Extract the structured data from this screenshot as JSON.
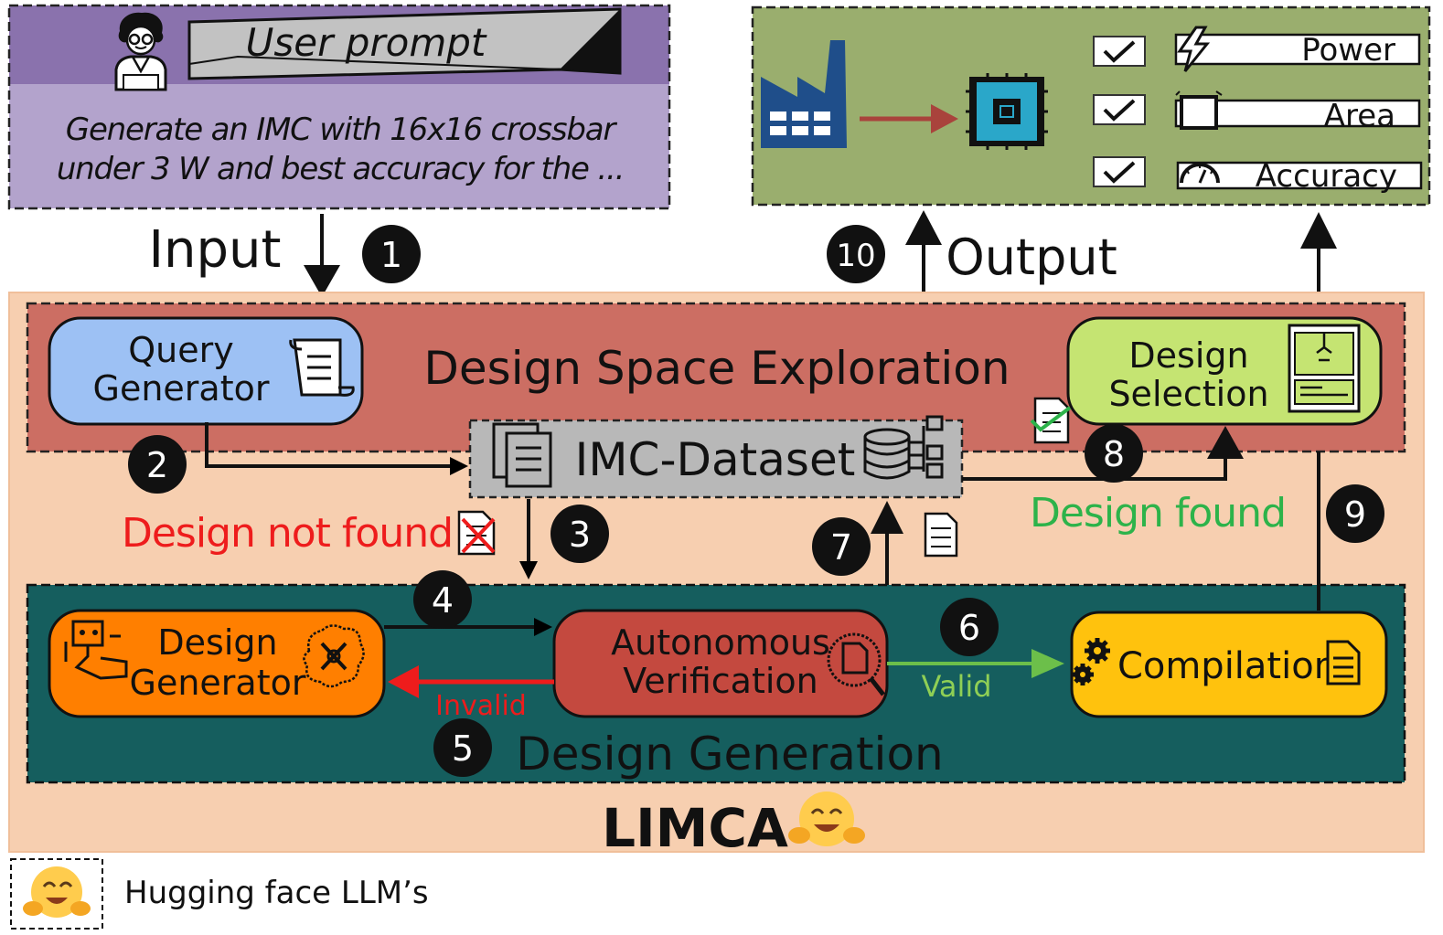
{
  "prompt": {
    "label": "User prompt",
    "text_line1": "Generate an IMC  with 16x16 crossbar",
    "text_line2": "under 3 W and best accuracy for the ..."
  },
  "flow": {
    "input": "Input",
    "output": "Output",
    "design_not_found": "Design not found",
    "design_found": "Design found",
    "invalid": "Invalid",
    "valid": "Valid"
  },
  "steps": [
    "1",
    "2",
    "3",
    "4",
    "5",
    "6",
    "7",
    "8",
    "9",
    "10"
  ],
  "output_metrics": [
    {
      "name": "Power",
      "checked": true,
      "icon": "lightning-icon"
    },
    {
      "name": "Area",
      "checked": true,
      "icon": "square-icon"
    },
    {
      "name": "Accuracy",
      "checked": true,
      "icon": "gauge-icon"
    }
  ],
  "dse": {
    "title": "Design Space Exploration",
    "query_generator": [
      "Query",
      "Generator"
    ],
    "design_selection": [
      "Design",
      "Selection"
    ]
  },
  "dataset": {
    "label": "IMC-Dataset"
  },
  "generation": {
    "title": "Design Generation",
    "design_generator": [
      "Design",
      "Generator"
    ],
    "verification": [
      "Autonomous",
      "Verification"
    ],
    "compilation": "Compilation"
  },
  "framework": {
    "name": "LIMCA"
  },
  "legend": {
    "text": "Hugging face LLM’s"
  },
  "colors": {
    "prompt_header": "#8a72ad",
    "prompt_body": "#b3a3cc",
    "output_box": "#9aae6e",
    "limca_bg": "#f7cfb0",
    "dse_bg": "#cc6e63",
    "gen_bg": "#155e5e",
    "query": "#9dc1f4",
    "selection": "#c5e472",
    "dataset": "#b8b8b8",
    "generator": "#ff7f00",
    "verification": "#c4493f",
    "compilation": "#ffc20d",
    "red": "#ee1c1c",
    "green": "#2db34a"
  }
}
